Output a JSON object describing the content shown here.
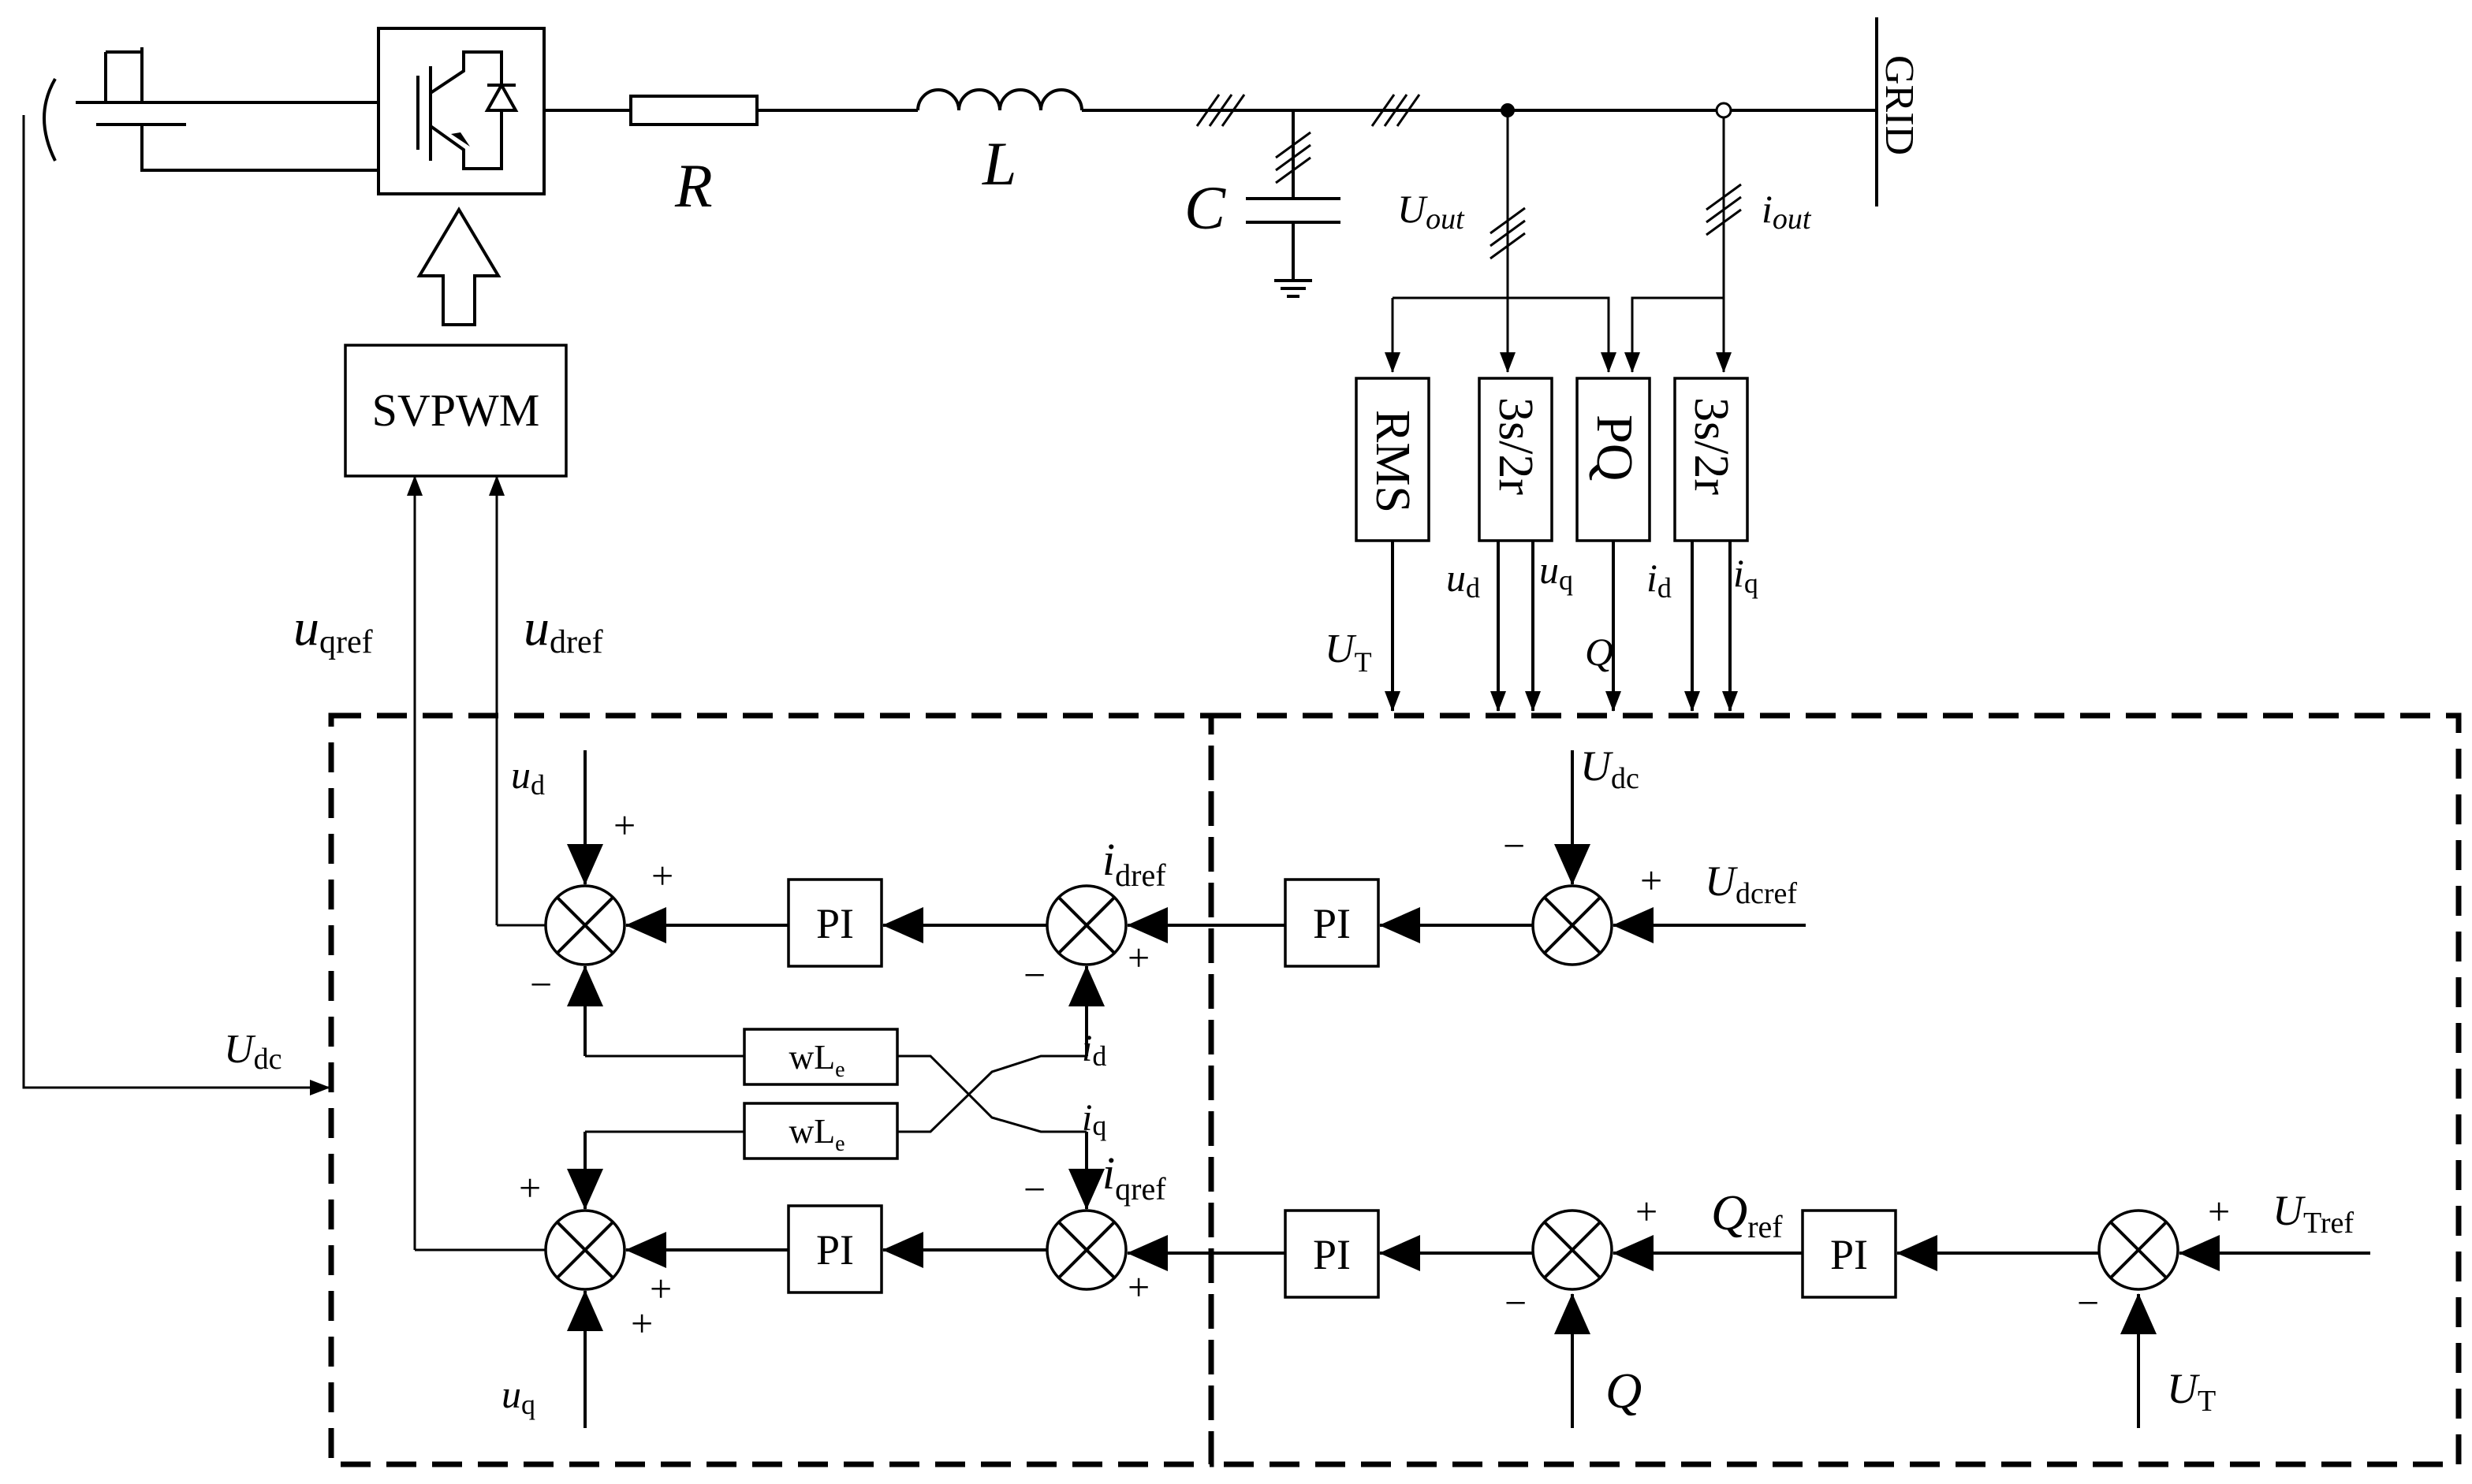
{
  "power_stage": {
    "resistor": "R",
    "inductor": "L",
    "capacitor": "C",
    "grid": "GRID",
    "voltage_measurement": "U",
    "voltage_measurement_sub": "out",
    "current_measurement": "i",
    "current_measurement_sub": "out"
  },
  "blocks": {
    "modulator": "SVPWM",
    "rms": "RMS",
    "transform_voltage": "3s/2r",
    "power_calc": "PQ",
    "transform_current": "3s/2r",
    "pi": "PI",
    "cross_coupling": "wL",
    "cross_coupling_sub": "e"
  },
  "signals": {
    "u": "u",
    "i": "i",
    "U": "U",
    "Q": "Q",
    "sub_d": "d",
    "sub_q": "q",
    "sub_dref": "dref",
    "sub_qref": "qref",
    "sub_T": "T",
    "sub_dc": "dc",
    "sub_dcref": "dcref",
    "sub_ref": "ref",
    "sub_Tref": "Tref"
  },
  "signs": {
    "plus": "+",
    "minus": "−"
  }
}
